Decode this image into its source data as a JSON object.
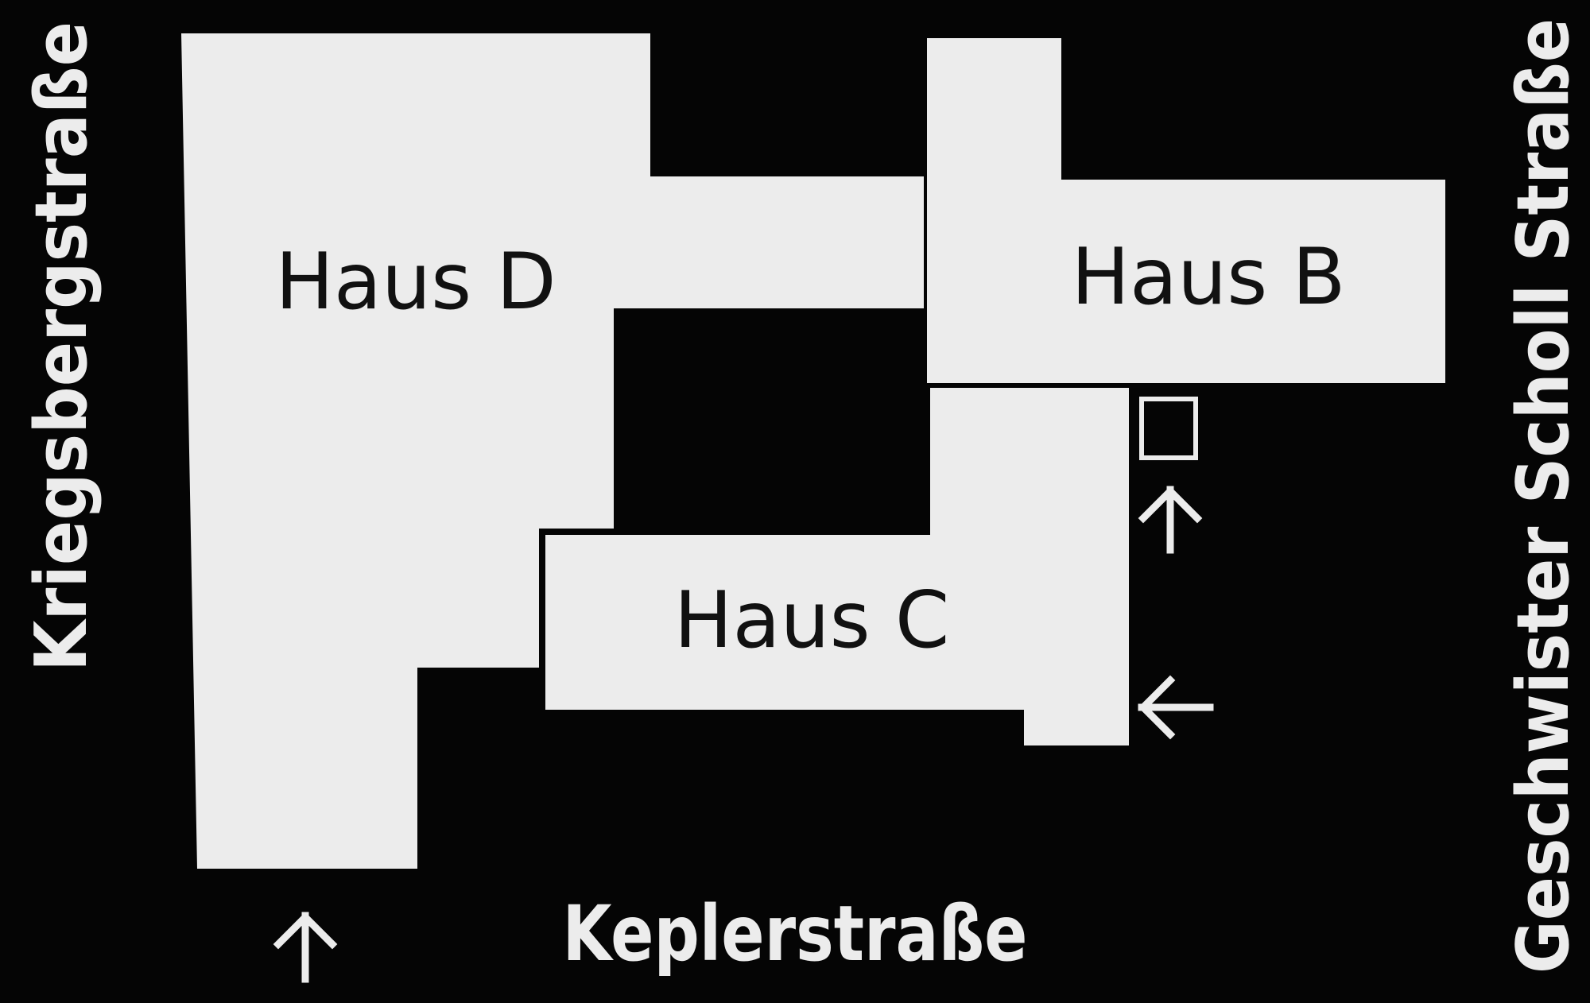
{
  "map": {
    "colors": {
      "background": "#050505",
      "building": "#ececec",
      "building_label": "#111111",
      "street_label": "#ececec"
    },
    "buildings": {
      "haus_d": {
        "label": "Haus D"
      },
      "haus_b": {
        "label": "Haus B"
      },
      "haus_c": {
        "label": "Haus C"
      }
    },
    "streets": {
      "west": "Kriegsbergstraße",
      "south": "Keplerstraße",
      "east": "Geschwister Scholl Straße"
    },
    "entrances": [
      {
        "icon": "arrow-up-icon"
      },
      {
        "icon": "arrow-up-icon"
      },
      {
        "icon": "arrow-left-icon"
      }
    ],
    "markers": [
      {
        "icon": "square-outline-icon"
      }
    ]
  }
}
